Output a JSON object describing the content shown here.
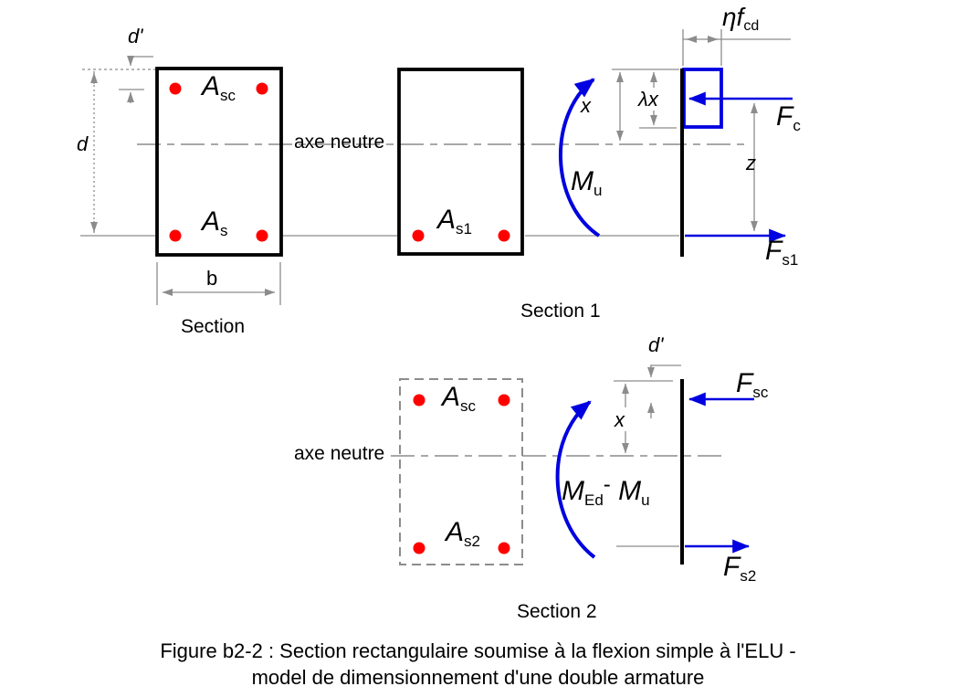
{
  "colors": {
    "blue": "#0000e0",
    "red": "#ff0000",
    "gray": "#8c8c8c",
    "black": "#000000",
    "bg": "#ffffff"
  },
  "top_section": {
    "d_prime": "d'",
    "d": "d",
    "b": "b",
    "asc": {
      "main": "A",
      "sub": "sc"
    },
    "as": {
      "main": "A",
      "sub": "s"
    },
    "axe_neutre": "axe neutre",
    "title": "Section"
  },
  "section1": {
    "as1": {
      "main": "A",
      "sub": "s1"
    },
    "mu": {
      "main": "M",
      "sub": "u"
    },
    "x": "x",
    "lambda_x": "λx",
    "eta_fcd": {
      "eta": "η",
      "f": "f",
      "sub": "cd"
    },
    "fc": {
      "main": "F",
      "sub": "c"
    },
    "z": "z",
    "fs1": {
      "main": "F",
      "sub": "s1"
    },
    "title": "Section 1"
  },
  "section2": {
    "asc": {
      "main": "A",
      "sub": "sc"
    },
    "as2": {
      "main": "A",
      "sub": "s2"
    },
    "axe_neutre": "axe neutre",
    "med_mu": {
      "m1": "M",
      "sub1": "Ed",
      "minus": "-",
      "m2": "M",
      "sub2": "u"
    },
    "x": "x",
    "d_prime": "d'",
    "fsc": {
      "main": "F",
      "sub": "sc"
    },
    "fs2": {
      "main": "F",
      "sub": "s2"
    },
    "title": "Section 2"
  },
  "caption": {
    "line1": "Figure b2-2 : Section rectangulaire soumise à la flexion simple à l'ELU -",
    "line2": "model de dimensionnement d'une double armature"
  }
}
